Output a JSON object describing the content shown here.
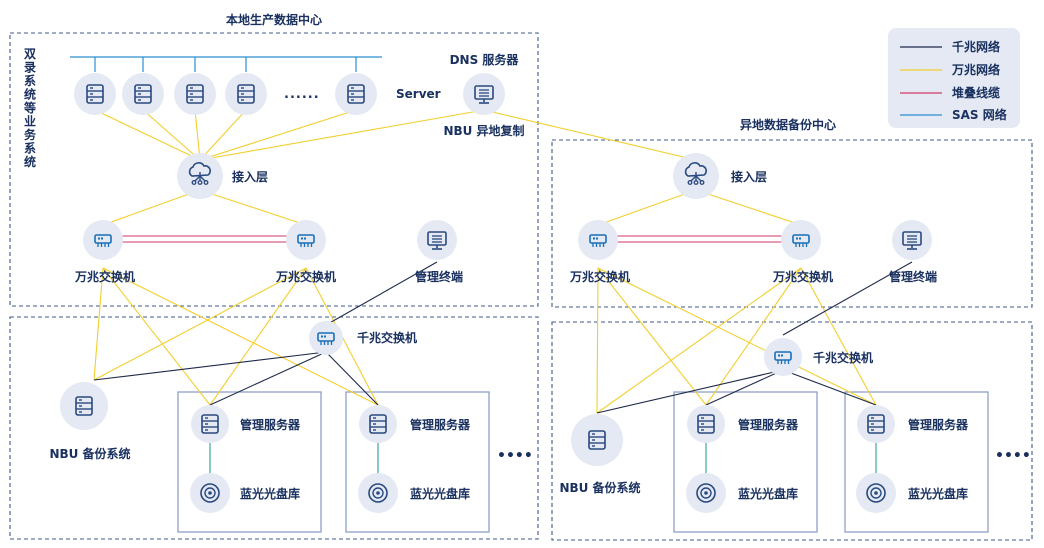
{
  "colors": {
    "gigabit": "#1e2a4a",
    "ten_gigabit": "#f2cf2e",
    "stack": "#d23a6a",
    "sas": "#2a8fd0",
    "box_border": "#3c5a8c",
    "node_fill": "#e4e9f3",
    "icon_stroke": "#2a4a80",
    "accent_stroke": "#1a6fb8"
  },
  "legend": {
    "items": [
      {
        "label": "千兆网络",
        "color_key": "gigabit"
      },
      {
        "label": "万兆网络",
        "color_key": "ten_gigabit"
      },
      {
        "label": "堆叠线缆",
        "color_key": "stack"
      },
      {
        "label": "SAS 网络",
        "color_key": "sas"
      }
    ]
  },
  "local": {
    "title": "本地生产数据中心",
    "side_label": "双录系统等业务系统",
    "server_label": "Server",
    "ellipsis": "......",
    "dns_label": "DNS 服务器",
    "replication_label": "NBU 异地复制",
    "access_label": "接入层",
    "switch_left_label": "万兆交换机",
    "switch_right_label": "万兆交换机",
    "mgmt_terminal_label": "管理终端",
    "gigabit_switch_label": "千兆交换机",
    "nbu_label": "NBU 备份系统",
    "mgmt_server_1_label": "管理服务器",
    "bluray_1_label": "蓝光光盘库",
    "mgmt_server_2_label": "管理服务器",
    "bluray_2_label": "蓝光光盘库",
    "more_dots": "••••"
  },
  "remote": {
    "title": "异地数据备份中心",
    "access_label": "接入层",
    "switch_left_label": "万兆交换机",
    "switch_right_label": "万兆交换机",
    "mgmt_terminal_label": "管理终端",
    "gigabit_switch_label": "千兆交换机",
    "nbu_label": "NBU 备份系统",
    "mgmt_server_1_label": "管理服务器",
    "bluray_1_label": "蓝光光盘库",
    "mgmt_server_2_label": "管理服务器",
    "bluray_2_label": "蓝光光盘库",
    "more_dots": "••••"
  }
}
